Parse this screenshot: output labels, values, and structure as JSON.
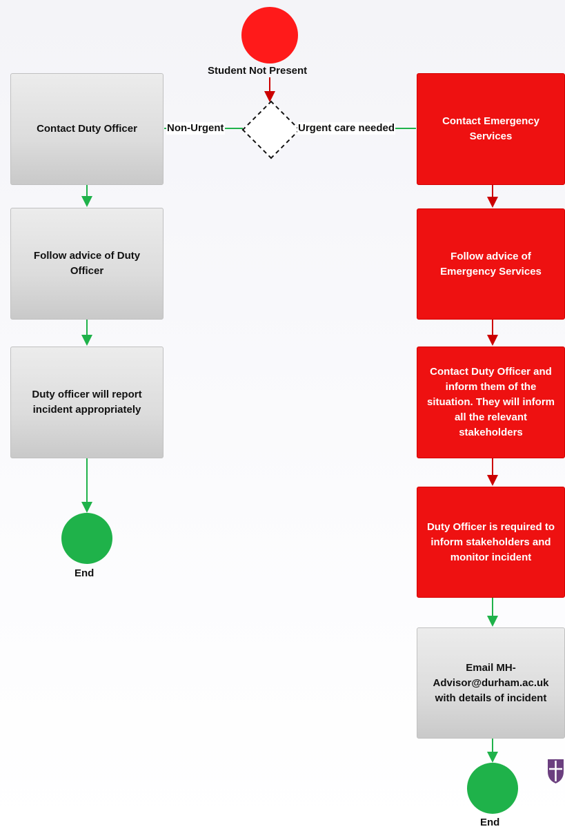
{
  "start": {
    "label": "Student Not Present"
  },
  "decision": {
    "left_label": "Non-Urgent",
    "right_label": "Urgent care needed"
  },
  "non_urgent_path": {
    "steps": [
      "Contact Duty Officer",
      "Follow advice of Duty Officer",
      "Duty officer will  report incident appropriately"
    ],
    "end_label": "End"
  },
  "urgent_path": {
    "steps": [
      "Contact Emergency Services",
      "Follow advice of Emergency Services",
      "Contact Duty Officer and inform them of the situation.  They will inform all the relevant stakeholders",
      "Duty Officer is required to inform stakeholders and monitor incident",
      "Email MH-Advisor@durham.ac.uk with details of incident"
    ],
    "end_label": "End"
  },
  "colors": {
    "start_node": "#ff1a1a",
    "urgent_box": "#ee1111",
    "neutral_box": "#dcdcdc",
    "end_node": "#1fb24a",
    "red_arrow": "#cc0000",
    "green_arrow": "#1fb24a"
  },
  "icons": {
    "corner_logo": "university-crest-icon"
  }
}
